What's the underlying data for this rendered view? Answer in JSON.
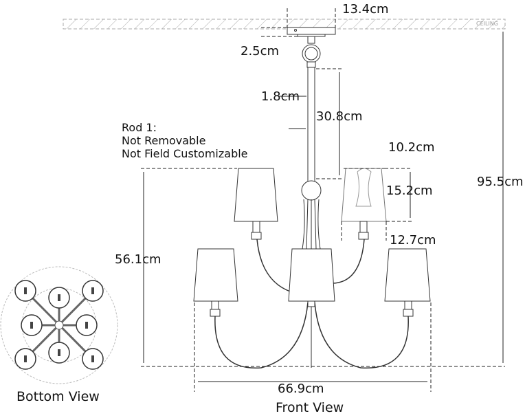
{
  "labels": {
    "canopy_width": "13.4cm",
    "canopy_depth": "2.5cm",
    "rod_diameter": "1.8cm",
    "rod_length": "30.8cm",
    "rod_note": [
      "Rod 1:",
      "Not Removable",
      "Not Field Customizable"
    ],
    "shade_top": "10.2cm",
    "shade_height": "15.2cm",
    "shade_bottom": "12.7cm",
    "body_height": "56.1cm",
    "overall_height": "95.5cm",
    "overall_width": "66.9cm",
    "ceiling": "CEILING",
    "bottom_view": "Bottom View",
    "front_view": "Front View"
  }
}
